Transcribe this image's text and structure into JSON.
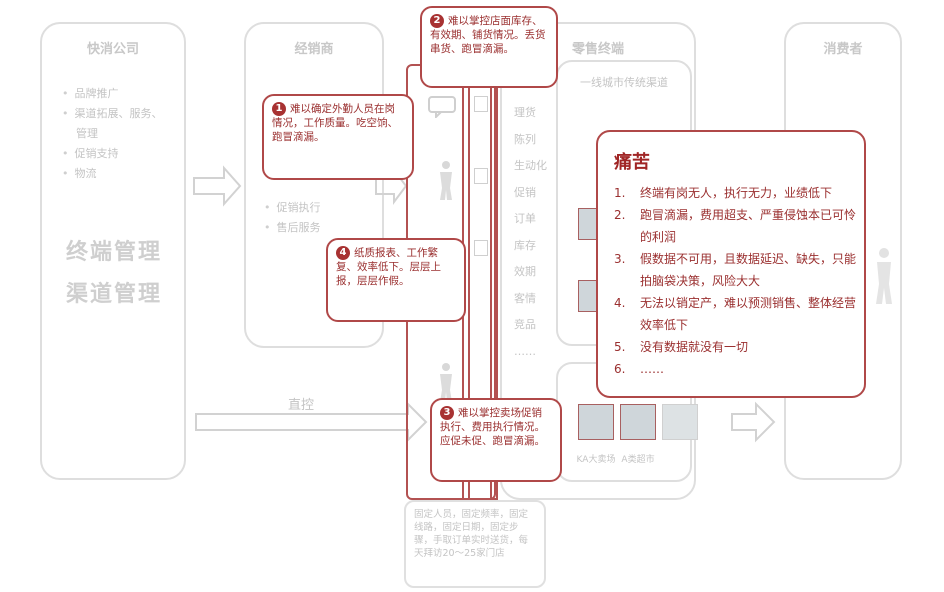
{
  "columns": {
    "fmcg": {
      "title": "快消公司",
      "items": [
        "品牌推广",
        "渠道拓展、服务、",
        "管理",
        "促销支持",
        "物流"
      ],
      "big1": "终端管理",
      "big2": "渠道管理"
    },
    "dealer": {
      "title": "经销商",
      "items": [
        "促销执行",
        "售后服务"
      ]
    },
    "retail": {
      "title": "零售终端",
      "channel_title": "一线城市传统渠道",
      "tasks": [
        "理货",
        "陈列",
        "生动化",
        "促销",
        "订单",
        "库存",
        "效期",
        "客情",
        "竞品",
        "……"
      ]
    },
    "consumer": {
      "title": "消费者"
    }
  },
  "direct_label": "直控",
  "bottom_note": "固定人员，固定频率，固定线路，固定日期，固定步骤，手取订单实时送货，每天拜访20～25家门店",
  "thumbs": [
    "KA大卖场",
    "A类超市"
  ],
  "callouts": [
    {
      "num": "1",
      "text": "难以确定外勤人员在岗情况，工作质量。吃空饷、跑冒滴漏。"
    },
    {
      "num": "2",
      "text": "难以掌控店面库存、有效期、铺货情况。丢货串货、跑冒滴漏。"
    },
    {
      "num": "3",
      "text": "难以掌控卖场促销执行、费用执行情况。应促未促、跑冒滴漏。"
    },
    {
      "num": "4",
      "text": "纸质报表、工作繁复、效率低下。层层上报，层层作假。"
    }
  ],
  "pain": {
    "title": "痛苦",
    "items": [
      {
        "n": "1.",
        "text": "终端有岗无人，执行无力，业绩低下"
      },
      {
        "n": "2.",
        "text": "跑冒滴漏，费用超支、严重侵蚀本已可怜的利润"
      },
      {
        "n": "3.",
        "text": "假数据不可用，且数据延迟、缺失，只能拍脑袋决策，风险大大"
      },
      {
        "n": "4.",
        "text": "无法以销定产，难以预测销售、整体经营效率低下"
      },
      {
        "n": "5.",
        "text": "没有数据就没有一切"
      },
      {
        "n": "6.",
        "text": "……"
      }
    ]
  }
}
